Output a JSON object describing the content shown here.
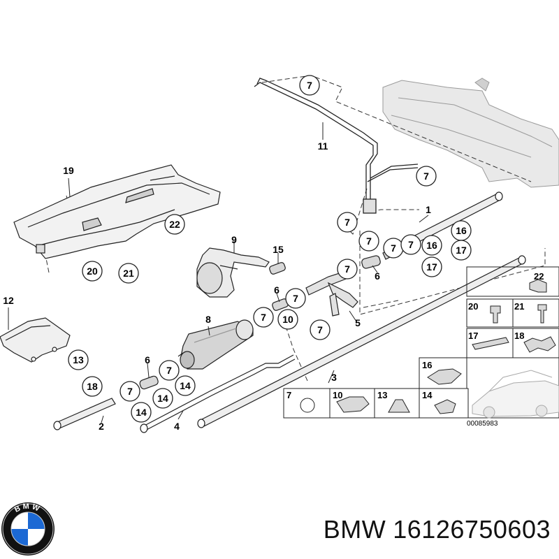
{
  "diagram": {
    "labels": [
      {
        "id": "p1",
        "text": "1"
      },
      {
        "id": "p2",
        "text": "2"
      },
      {
        "id": "p3",
        "text": "3"
      },
      {
        "id": "p4",
        "text": "4"
      },
      {
        "id": "p5",
        "text": "5"
      },
      {
        "id": "p6a",
        "text": "6"
      },
      {
        "id": "p6b",
        "text": "6"
      },
      {
        "id": "p6c",
        "text": "6"
      },
      {
        "id": "p8",
        "text": "8"
      },
      {
        "id": "p9",
        "text": "9"
      },
      {
        "id": "p11",
        "text": "11"
      },
      {
        "id": "p12",
        "text": "12"
      },
      {
        "id": "p15",
        "text": "15"
      },
      {
        "id": "p19",
        "text": "19"
      }
    ],
    "callouts": [
      {
        "id": "c7a",
        "text": "7"
      },
      {
        "id": "c7b",
        "text": "7"
      },
      {
        "id": "c7c",
        "text": "7"
      },
      {
        "id": "c7d",
        "text": "7"
      },
      {
        "id": "c7e",
        "text": "7"
      },
      {
        "id": "c7f",
        "text": "7"
      },
      {
        "id": "c7g",
        "text": "7"
      },
      {
        "id": "c7h",
        "text": "7"
      },
      {
        "id": "c7i",
        "text": "7"
      },
      {
        "id": "c7j",
        "text": "7"
      },
      {
        "id": "c7k",
        "text": "7"
      },
      {
        "id": "c7l",
        "text": "7"
      },
      {
        "id": "c10",
        "text": "10"
      },
      {
        "id": "c13",
        "text": "13"
      },
      {
        "id": "c14a",
        "text": "14"
      },
      {
        "id": "c14b",
        "text": "14"
      },
      {
        "id": "c14c",
        "text": "14"
      },
      {
        "id": "c16a",
        "text": "16"
      },
      {
        "id": "c16b",
        "text": "16"
      },
      {
        "id": "c17a",
        "text": "17"
      },
      {
        "id": "c17b",
        "text": "17"
      },
      {
        "id": "c18",
        "text": "18"
      },
      {
        "id": "c20",
        "text": "20"
      },
      {
        "id": "c21",
        "text": "21"
      },
      {
        "id": "c22",
        "text": "22"
      }
    ],
    "inset_labels": [
      {
        "id": "i22",
        "text": "22"
      },
      {
        "id": "i20",
        "text": "20"
      },
      {
        "id": "i21",
        "text": "21"
      },
      {
        "id": "i17",
        "text": "17"
      },
      {
        "id": "i18",
        "text": "18"
      },
      {
        "id": "i16",
        "text": "16"
      },
      {
        "id": "i7",
        "text": "7"
      },
      {
        "id": "i10",
        "text": "10"
      },
      {
        "id": "i13",
        "text": "13"
      },
      {
        "id": "i14",
        "text": "14"
      }
    ],
    "reference_number": "00085983"
  },
  "brand": {
    "name": "BMW",
    "part_number": "16126750603",
    "logo_letters": "BMW"
  },
  "colors": {
    "line": "#222222",
    "part_shade": "#d8d8d8",
    "tank_shade": "#e4e4e4",
    "logo_blue": "#1c69d4",
    "logo_ring": "#111111"
  }
}
